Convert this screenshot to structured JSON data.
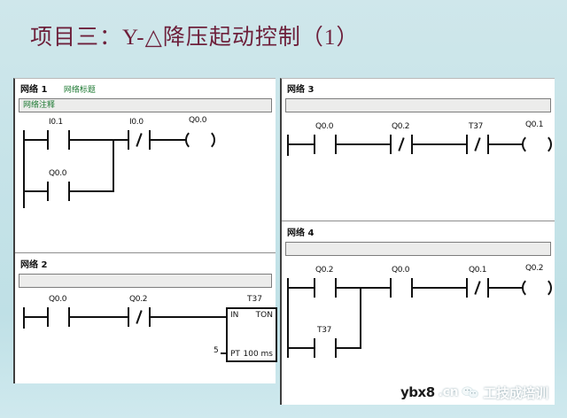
{
  "slide": {
    "title": "项目三：Y-△降压起动控制（1）",
    "background_color": "#c9e5e9",
    "title_color": "#6d1f3a"
  },
  "watermark": {
    "site": "ybx8",
    "tld": ".cn",
    "brand": "工技成培训",
    "icon": "wechat-icon"
  },
  "panels": [
    {
      "id": "left",
      "networks": [
        {
          "label": "网络 1",
          "title": "网络标题",
          "comment": "网络注释",
          "elements": [
            {
              "type": "contact-no",
              "operand": "I0.1"
            },
            {
              "type": "contact-nc",
              "operand": "I0.0"
            },
            {
              "type": "coil",
              "operand": "Q0.0"
            },
            {
              "type": "contact-no",
              "operand": "Q0.0",
              "branch": "parallel"
            }
          ]
        },
        {
          "label": "网络 2",
          "title": "",
          "comment": "",
          "elements": [
            {
              "type": "contact-no",
              "operand": "Q0.0"
            },
            {
              "type": "contact-nc",
              "operand": "Q0.2"
            },
            {
              "type": "timer",
              "operand": "T37",
              "instruction": "TON",
              "in_label": "IN",
              "pt_label": "PT",
              "pt_value": "5",
              "time_base": "100 ms"
            }
          ]
        }
      ]
    },
    {
      "id": "right",
      "networks": [
        {
          "label": "网络 3",
          "title": "",
          "comment": "",
          "elements": [
            {
              "type": "contact-no",
              "operand": "Q0.0"
            },
            {
              "type": "contact-nc",
              "operand": "Q0.2"
            },
            {
              "type": "contact-nc",
              "operand": "T37"
            },
            {
              "type": "coil",
              "operand": "Q0.1"
            }
          ]
        },
        {
          "label": "网络 4",
          "title": "",
          "comment": "",
          "elements": [
            {
              "type": "contact-no",
              "operand": "Q0.2"
            },
            {
              "type": "contact-no",
              "operand": "Q0.0"
            },
            {
              "type": "contact-nc",
              "operand": "Q0.1"
            },
            {
              "type": "coil",
              "operand": "Q0.2"
            },
            {
              "type": "contact-no",
              "operand": "T37",
              "branch": "parallel"
            }
          ]
        }
      ]
    }
  ]
}
